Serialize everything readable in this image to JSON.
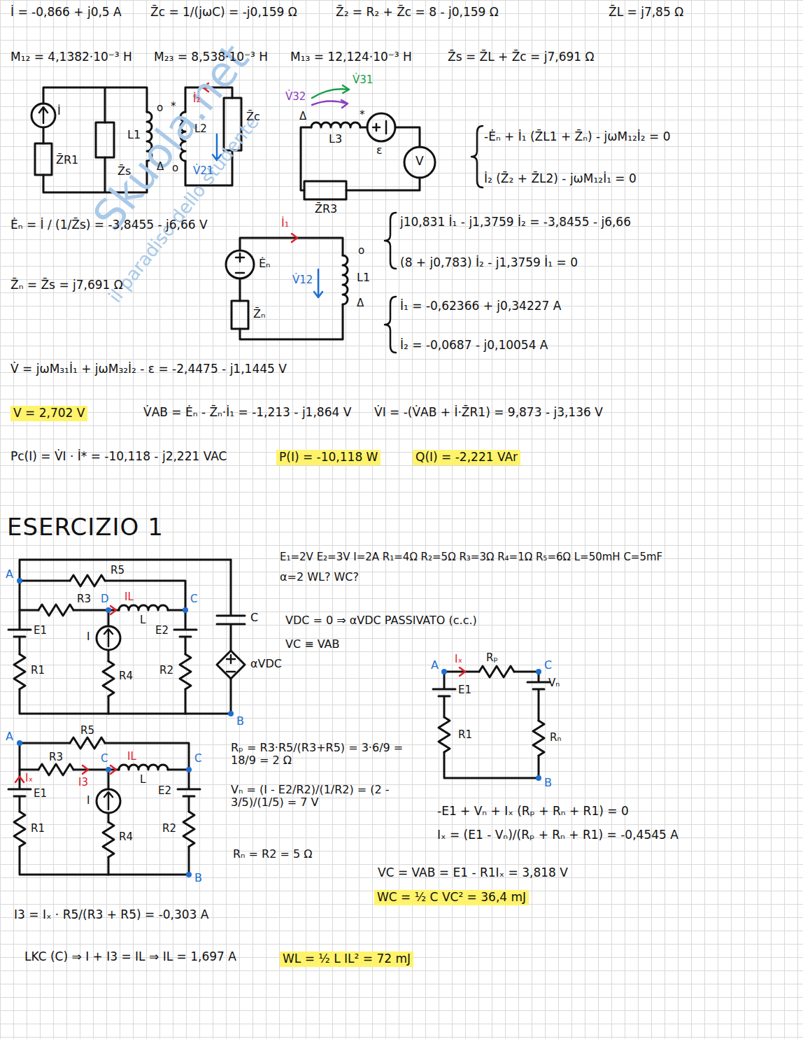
{
  "diagram": {
    "title": "ESERCIZIO 1",
    "labels": [
      "Skuola.net",
      "il paradiso dello studente",
      "İ = -0,866 + j0,5 A",
      "Z̄c = 1/(jωC) = -j0,159 Ω",
      "Z̄₂ = R₂ + Z̄c = 8 - j0,159 Ω",
      "Z̄L = j7,85 Ω",
      "M₁₂ = 4,1382·10⁻³ H",
      "M₂₃ = 8,538·10⁻³ H",
      "M₁₃ = 12,124·10⁻³ H",
      "Z̄s = Z̄L + Z̄c = j7,691 Ω",
      "İ",
      "Z̄R1",
      "Z̄s",
      "L1",
      "o",
      "*",
      "Δ",
      "o",
      "İ₂",
      "L2",
      "V̇21",
      "Z̄c",
      "V̇32",
      "V̇31",
      "Δ",
      "*",
      "L3",
      "ε",
      "V",
      "Z̄R3",
      "-Ėₙ + İ₁ (Z̄L1 + Z̄ₙ) - jωM₁₂İ₂ = 0",
      "İ₂ (Z̄₂ + Z̄L2) - jωM₁₂İ₁ = 0",
      "Ėₙ = İ / (1/Z̄s) = -3,8455 - j6,66 V",
      "Z̄ₙ = Z̄s = j7,691 Ω",
      "İ₁",
      "Ėₙ",
      "V̇12",
      "o",
      "L1",
      "Δ",
      "Z̄ₙ",
      "j10,831 İ₁ - j1,3759 İ₂ = -3,8455 - j6,66",
      "(8 + j0,783) İ₂ - j1,3759 İ₁ = 0",
      "İ₁ = -0,62366 + j0,34227 A",
      "İ₂ = -0,0687 - j0,10054 A",
      "V̇ = jωM₃₁İ₁ + jωM₃₂İ₂ - ε = -2,4475 - j1,1445 V",
      "V = 2,702 V",
      "V̇AB = Ėₙ - Z̄ₙ·İ₁ = -1,213 - j1,864 V",
      "V̇I = -(V̇AB + İ·Z̄R1) = 9,873 - j3,136 V",
      "Pc(I) = V̇I · İ* = -10,118 - j2,221 VAC",
      "P(I) = -10,118 W",
      "Q(I) = -2,221 VAr",
      "E₁=2V  E₂=3V  I=2A  R₁=4Ω  R₂=5Ω  R₃=3Ω  R₄=1Ω  R₅=6Ω  L=50mH  C=5mF",
      "α=2   WL? WC?",
      "VDC = 0 ⇒ αVDC PASSIVATO (c.c.)",
      "VC ≡ VAB",
      "A",
      "R5",
      "R3",
      "D",
      "IL",
      "C",
      "L",
      "C",
      "E1",
      "I",
      "E2",
      "R1",
      "R4",
      "R2",
      "αVDC",
      "B",
      "A",
      "R5",
      "R3",
      "C",
      "IL",
      "C",
      "Iₓ",
      "I3",
      "E1",
      "I",
      "L",
      "E2",
      "R1",
      "R4",
      "R2",
      "B",
      "Rₚ = R3·R5/(R3+R5) = 3·6/9 = 18/9 = 2 Ω",
      "Vₙ = (I - E2/R2)/(1/R2) = (2 - 3/5)/(1/5) = 7 V",
      "Rₙ = R2 = 5 Ω",
      "A",
      "Iₓ",
      "Rₚ",
      "C",
      "E1",
      "Vₙ",
      "R1",
      "Rₙ",
      "B",
      "-E1 + Vₙ + Iₓ (Rₚ + Rₙ + R1) = 0",
      "Iₓ = (E1 - Vₙ)/(Rₚ + Rₙ + R1) = -0,4545 A",
      "VC = VAB = E1 - R1Iₓ = 3,818 V",
      "WC = ½ C VC² = 36,4 mJ",
      "I3 = Iₓ · R5/(R3 + R5) = -0,303 A",
      "LKC (C) ⇒ I + I3 = IL ⇒ IL = 1,697 A",
      "WL = ½ L IL² = 72 mJ"
    ]
  }
}
